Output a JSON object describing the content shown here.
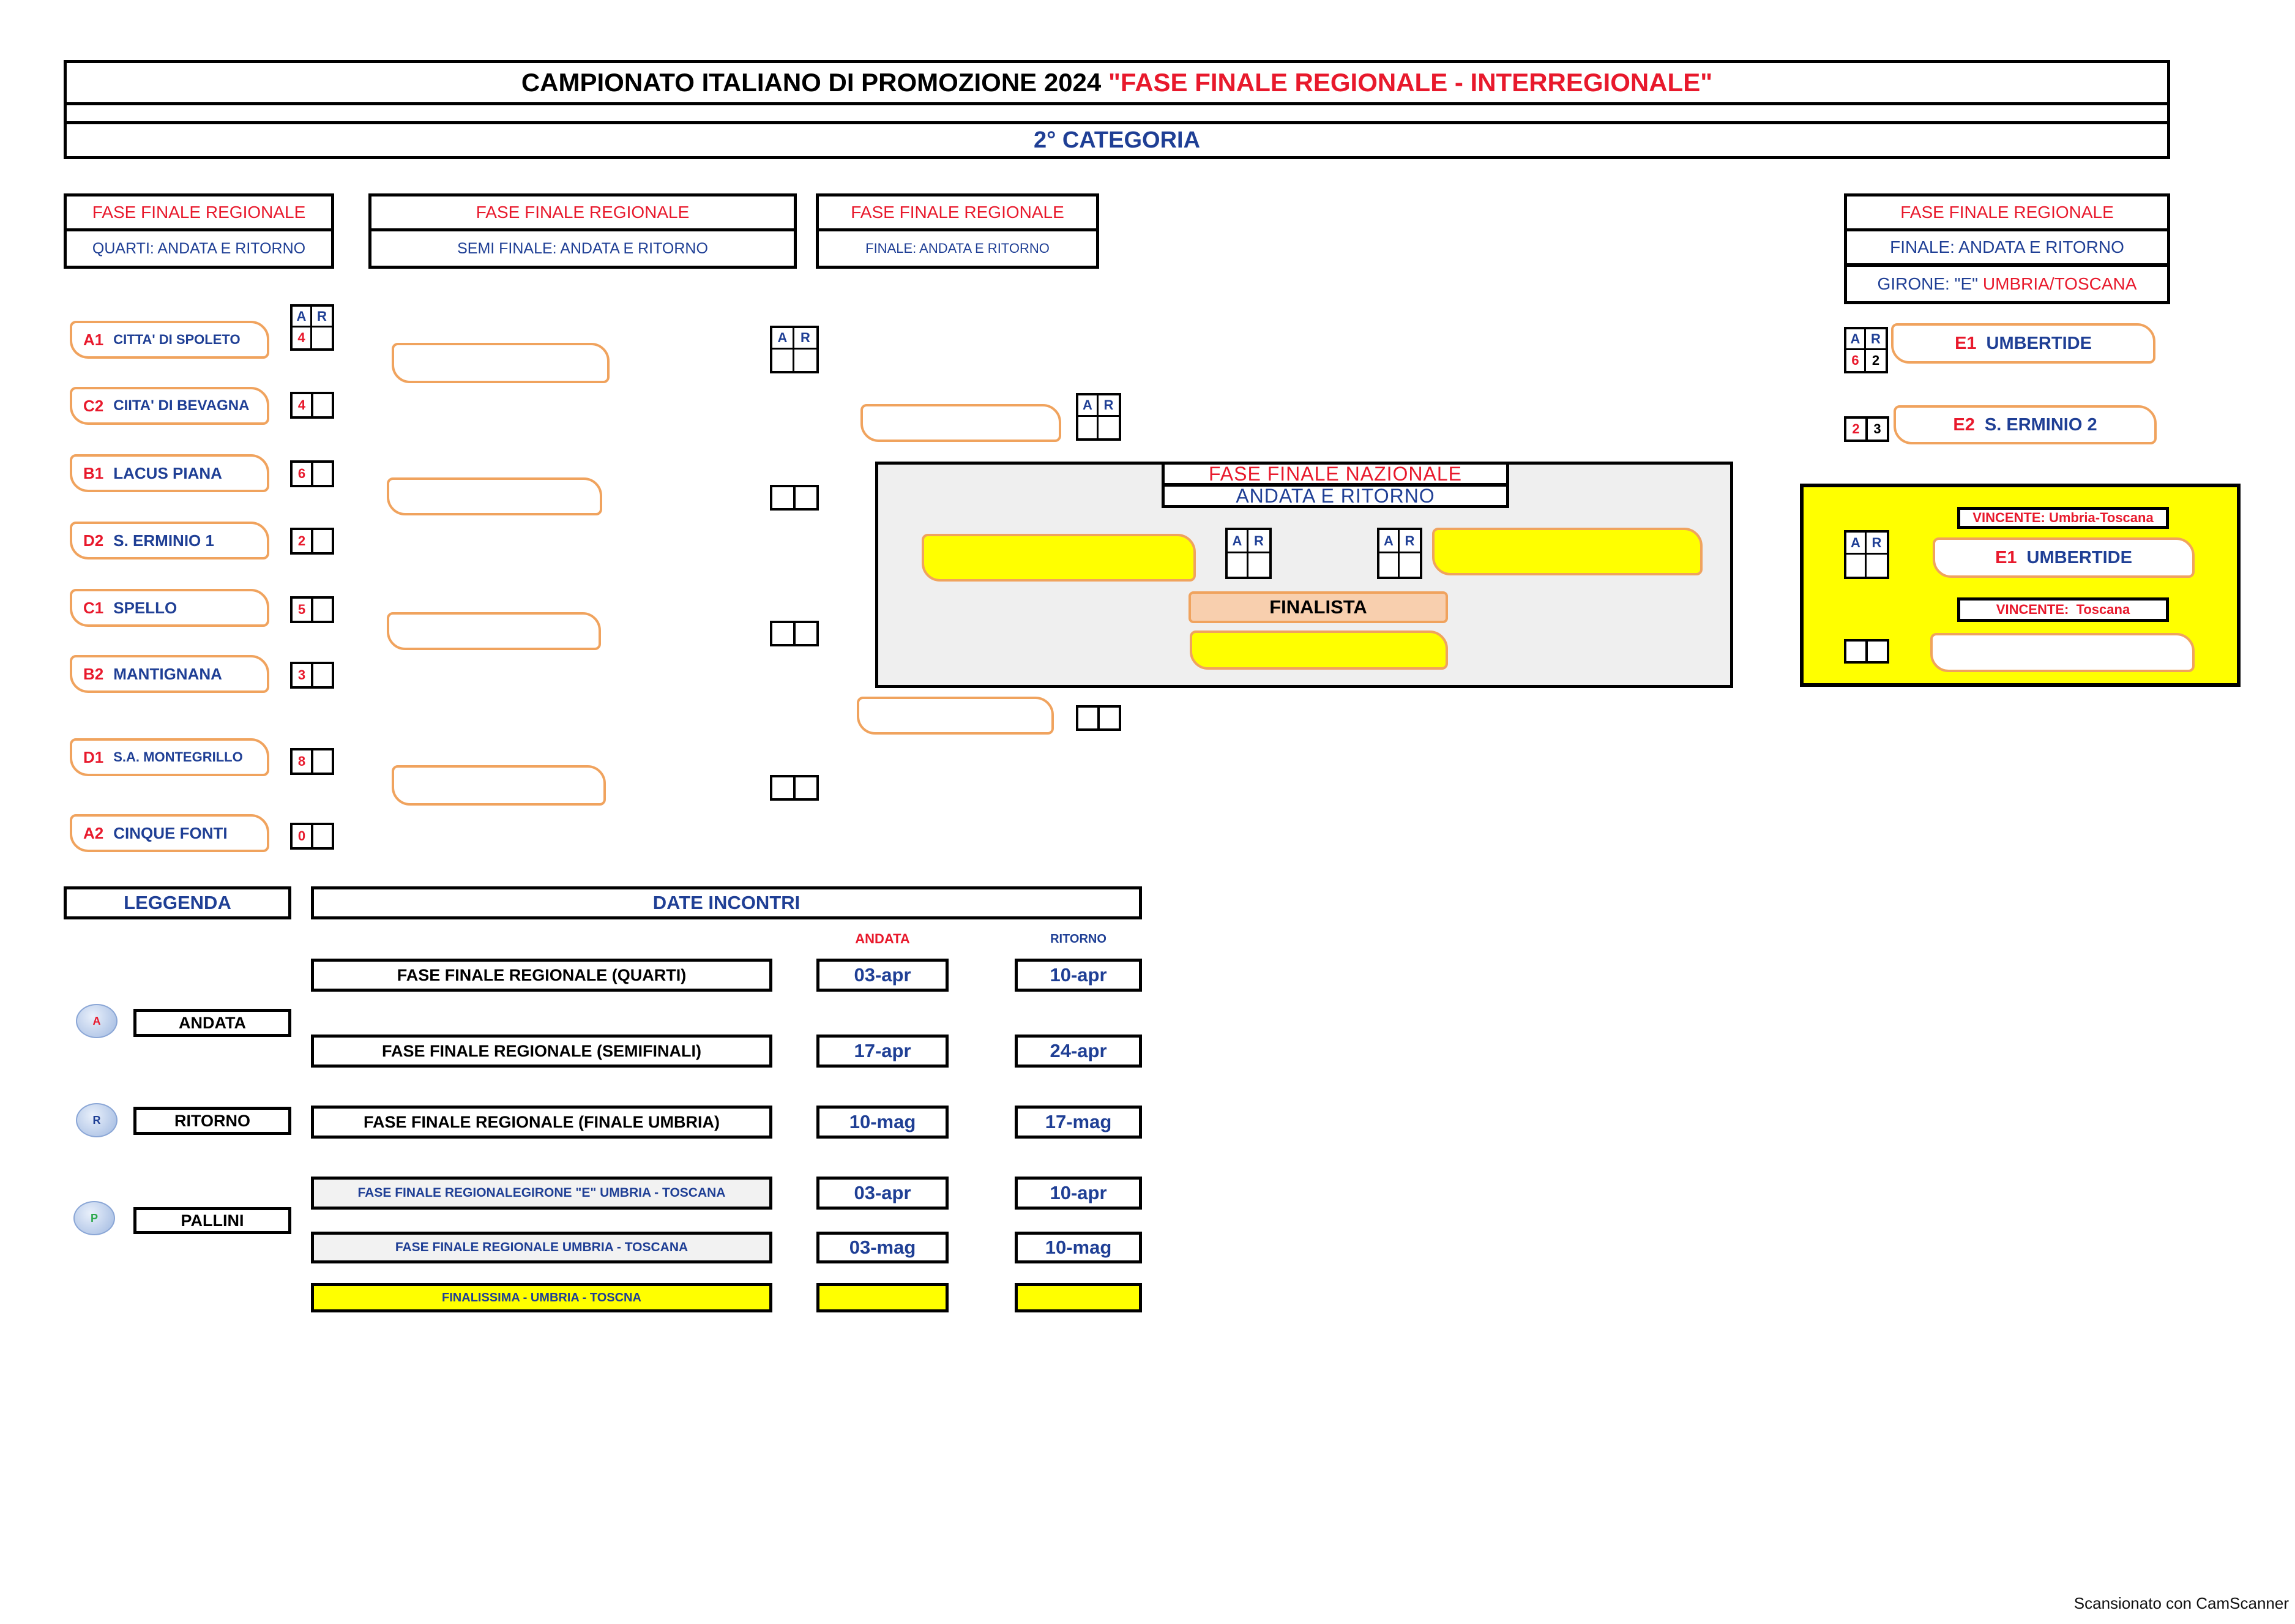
{
  "title": {
    "main_black": "CAMPIONATO ITALIANO DI PROMOZIONE 2024 ",
    "main_red": "\"FASE FINALE REGIONALE - INTERREGIONALE\"",
    "category": "2° CATEGORIA"
  },
  "headers": {
    "quarti": {
      "line1": "FASE FINALE REGIONALE",
      "line2": "QUARTI: ANDATA E RITORNO"
    },
    "semi": {
      "line1": "FASE FINALE REGIONALE",
      "line2": "SEMI FINALE: ANDATA E RITORNO"
    },
    "finale": {
      "line1": "FASE FINALE REGIONALE",
      "line2": "FINALE: ANDATA E RITORNO"
    },
    "girone": {
      "line1": "FASE FINALE REGIONALE",
      "line2": "FINALE: ANDATA E RITORNO",
      "line3_blue": "GIRONE: \"E\" ",
      "line3_red": "UMBRIA/TOSCANA"
    }
  },
  "ar_labels": {
    "a": "A",
    "r": "R"
  },
  "teams": [
    {
      "code": "A1",
      "name": "CITTA' DI SPOLETO",
      "score": "4"
    },
    {
      "code": "C2",
      "name": "CIITA' DI BEVAGNA",
      "score": "4"
    },
    {
      "code": "B1",
      "name": "LACUS PIANA",
      "score": "6"
    },
    {
      "code": "D2",
      "name": "S. ERMINIO 1",
      "score": "2"
    },
    {
      "code": "C1",
      "name": "SPELLO",
      "score": "5"
    },
    {
      "code": "B2",
      "name": "MANTIGNANA",
      "score": "3"
    },
    {
      "code": "D1",
      "name": "S.A. MONTEGRILLO",
      "score": "8"
    },
    {
      "code": "A2",
      "name": "CINQUE FONTI",
      "score": "0"
    }
  ],
  "girone": {
    "e1": {
      "code": "E1",
      "name": "UMBERTIDE",
      "a": "6",
      "r": "2"
    },
    "e2": {
      "code": "E2",
      "name": "S. ERMINIO 2",
      "a": "2",
      "r": "3"
    }
  },
  "nazionale": {
    "line1": "FASE FINALE NAZIONALE",
    "line2": "ANDATA E RITORNO",
    "finalista": "FINALISTA"
  },
  "vincente": {
    "umbria_toscana_label": "VINCENTE: Umbria-Toscana",
    "team_code": "E1",
    "team_name": "UMBERTIDE",
    "toscana_label": "VINCENTE:  Toscana"
  },
  "legend": {
    "title": "LEGGENDA",
    "items": [
      {
        "dot": "A",
        "label": "ANDATA",
        "color": "#e8192c"
      },
      {
        "dot": "R",
        "label": "RITORNO",
        "color": "#1f3f95"
      },
      {
        "dot": "P",
        "label": "PALLINI",
        "color": "#2aa84a"
      }
    ]
  },
  "dates": {
    "title": "DATE INCONTRI",
    "andata_label": "ANDATA",
    "ritorno_label": "RITORNO",
    "rows": [
      {
        "phase": "FASE FINALE REGIONALE (QUARTI)",
        "andata": "03-apr",
        "ritorno": "10-apr"
      },
      {
        "phase": "FASE FINALE REGIONALE (SEMIFINALI)",
        "andata": "17-apr",
        "ritorno": "24-apr"
      },
      {
        "phase": "FASE FINALE REGIONALE (FINALE UMBRIA)",
        "andata": "10-mag",
        "ritorno": "17-mag"
      },
      {
        "phase": "FASE FINALE REGIONALEGIRONE \"E\" UMBRIA - TOSCANA",
        "andata": "03-apr",
        "ritorno": "10-apr"
      },
      {
        "phase": "FASE FINALE REGIONALE UMBRIA - TOSCANA",
        "andata": "03-mag",
        "ritorno": "10-mag"
      },
      {
        "phase": "FINALISSIMA - UMBRIA - TOSCNA",
        "andata": "",
        "ritorno": ""
      }
    ]
  },
  "footer": "Scansionato con CamScanner",
  "colors": {
    "red": "#e8192c",
    "blue": "#1f3f95",
    "yellow": "#ffff00",
    "orange_border": "#f0a35e",
    "peach": "#f8cfae"
  }
}
